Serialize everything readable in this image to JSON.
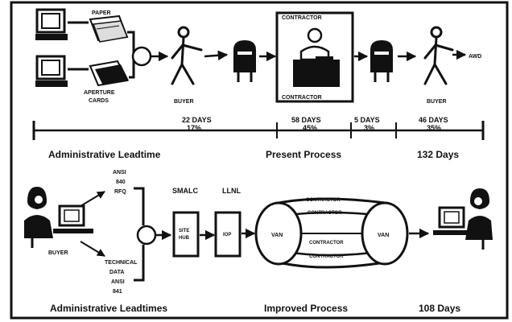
{
  "present": {
    "paper": "PAPER",
    "aperture": [
      "APERTURE",
      "CARDS"
    ],
    "buyer1": "BUYER",
    "contractor_top": "CONTRACTOR",
    "contractor_bottom": "CONTRACTOR",
    "buyer2": "BUYER",
    "awd": "AWD",
    "segments": [
      {
        "days": "22 DAYS",
        "pct": "17%"
      },
      {
        "days": "58 DAYS",
        "pct": "45%"
      },
      {
        "days": "5 DAYS",
        "pct": "3%"
      },
      {
        "days": "46 DAYS",
        "pct": "35%"
      }
    ],
    "leadtime": "Administrative Leadtime",
    "process": "Present Process",
    "total": "132 Days"
  },
  "improved": {
    "buyer": "BUYER",
    "ansi_rfq": [
      "ANSI",
      "840",
      "RFQ"
    ],
    "tech": [
      "TECHNICAL",
      "DATA",
      "ANSI",
      "841"
    ],
    "smalc": "SMALC",
    "site_hub": [
      "SITE",
      "HUB"
    ],
    "llnl": "LLNL",
    "iop": "IOP",
    "van_left": "VAN",
    "van_right": "VAN",
    "contractors": [
      "CONTRACTOR",
      "CONTRACTOR",
      "CONTRACTOR",
      "CONTRACTOR"
    ],
    "leadtime": "Administrative Leadtimes",
    "process": "Improved Process",
    "total": "108 Days"
  }
}
